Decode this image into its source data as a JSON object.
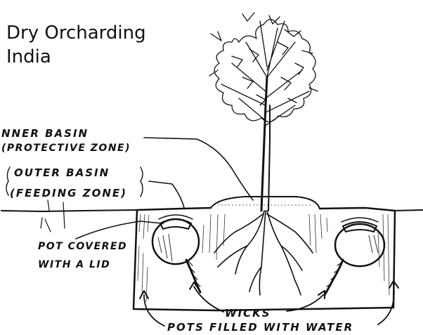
{
  "title": {
    "line1": "Dry Orcharding",
    "line2": "India"
  },
  "labels": {
    "inner_basin": "NNER BASIN",
    "inner_basin_zone": "(PROTECTIVE ZONE)",
    "outer_basin": "OUTER BASIN",
    "outer_basin_zone": "(FEEDING ZONE)",
    "pot_covered_1": "POT COVERED",
    "pot_covered_2": "WITH A LID",
    "wicks": "WICKS",
    "pots_filled": "POTS FILLED WITH WATER"
  }
}
